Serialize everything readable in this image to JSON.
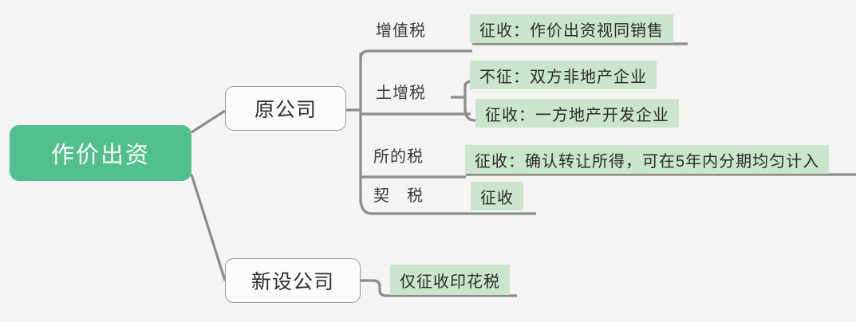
{
  "diagram": {
    "type": "mind-map",
    "background_color": "#f4f4f4",
    "root": {
      "label": "作价出资",
      "fill_color": "#51c08d",
      "text_color": "#ffffff"
    },
    "branches": [
      {
        "label": "原公司",
        "topics": [
          {
            "label": "增值税",
            "leaves": [
              {
                "text": "征收：作价出资视同销售"
              }
            ]
          },
          {
            "label": "土增税",
            "leaves": [
              {
                "text": "不征：双方非地产企业"
              },
              {
                "text": "征收：一方地产开发企业"
              }
            ]
          },
          {
            "label": "所的税",
            "leaves": [
              {
                "text": "征收：确认转让所得，可在5年内分期均匀计入"
              }
            ]
          },
          {
            "label": "契　税",
            "leaves": [
              {
                "text": "征收"
              }
            ]
          }
        ]
      },
      {
        "label": "新设公司",
        "topics": [
          {
            "label": "",
            "leaves": [
              {
                "text": "仅征收印花税"
              }
            ]
          }
        ]
      }
    ],
    "colors": {
      "root_green": "#51c08d",
      "leaf_green": "#cae5cb",
      "connector_gray": "#8c8c8c",
      "node_border": "#9a9a9a",
      "text_dark": "#2e2e2e"
    }
  }
}
